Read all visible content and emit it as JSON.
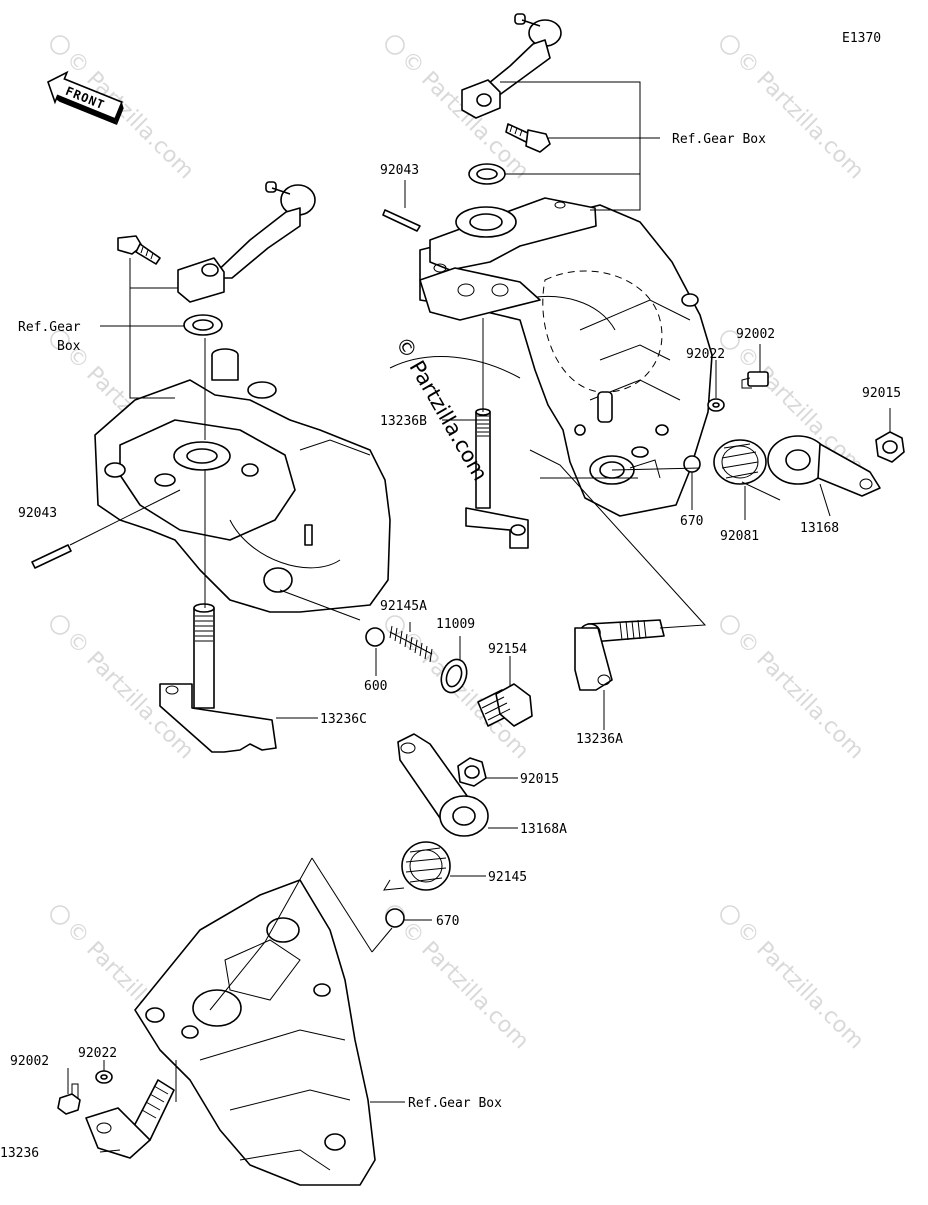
{
  "diagram_id": "E1370",
  "front_label": "FRONT",
  "watermark": "© Partzilla.com",
  "center_watermark": "© Partzilla.com",
  "parts": {
    "p92043_top": "92043",
    "p92043_left": "92043",
    "ref_gear_box_top": "Ref.Gear Box",
    "ref_gear_left_line1": "Ref.Gear",
    "ref_gear_left_line2": "Box",
    "ref_gear_box_bottom": "Ref.Gear Box",
    "p13236B": "13236B",
    "p92022_top": "92022",
    "p92002_top": "92002",
    "p92015_top": "92015",
    "p670_top": "670",
    "p92081": "92081",
    "p13168": "13168",
    "p92145A": "92145A",
    "p11009": "11009",
    "p92154": "92154",
    "p600": "600",
    "p13236C": "13236C",
    "p13236A": "13236A",
    "p92015_mid": "92015",
    "p13168A": "13168A",
    "p92145": "92145",
    "p670_bottom": "670",
    "p92022_bottom": "92022",
    "p92002_bottom": "92002",
    "p13236": "13236"
  }
}
